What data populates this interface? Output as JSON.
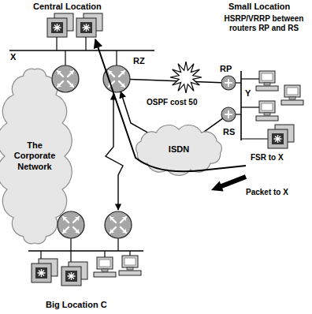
{
  "diagram": {
    "nodes": [
      {
        "text": [
          "The Corporate Network"
        ]
      },
      {
        "text": [
          "RZ"
        ]
      },
      {
        "text": [
          "RP"
        ]
      },
      {
        "text": [
          "RS"
        ]
      },
      {
        "text": [
          "ISDN"
        ]
      }
    ],
    "edges": [
      {
        "from": 1,
        "to": 2,
        "arrow": "none",
        "label": "OSPF cost 50"
      },
      {
        "from": 3,
        "to": 4,
        "arrow": "none"
      },
      {
        "from": 4,
        "to": 1,
        "arrow": "to"
      }
    ],
    "labels": [
      "Central Location",
      "X",
      "Small Location",
      "HSRP/VRRP between routers RP and RS",
      "Y",
      "FSR to X",
      "Packet to X",
      "Big Location C"
    ]
  }
}
